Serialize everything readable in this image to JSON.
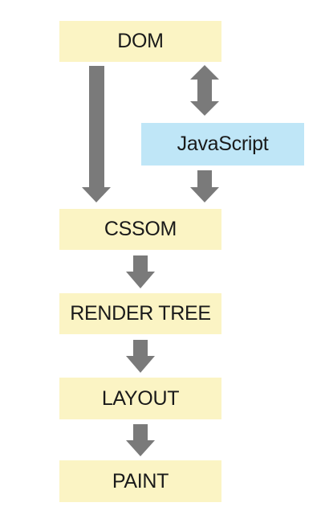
{
  "diagram": {
    "nodes": {
      "dom": "DOM",
      "javascript": "JavaScript",
      "cssom": "CSSOM",
      "render_tree": "RENDER TREE",
      "layout": "LAYOUT",
      "paint": "PAINT"
    },
    "edges": [
      {
        "from": "DOM",
        "to": "CSSOM",
        "style": "one-way"
      },
      {
        "from": "DOM",
        "to": "JavaScript",
        "style": "two-way"
      },
      {
        "from": "JavaScript",
        "to": "CSSOM",
        "style": "one-way"
      },
      {
        "from": "CSSOM",
        "to": "RENDER TREE",
        "style": "one-way"
      },
      {
        "from": "RENDER TREE",
        "to": "LAYOUT",
        "style": "one-way"
      },
      {
        "from": "LAYOUT",
        "to": "PAINT",
        "style": "one-way"
      }
    ],
    "colors": {
      "node_fill": "#fbf4c4",
      "script_fill": "#bfe6f7",
      "arrow": "#7a7a7a",
      "text": "#1a1a1a"
    }
  }
}
